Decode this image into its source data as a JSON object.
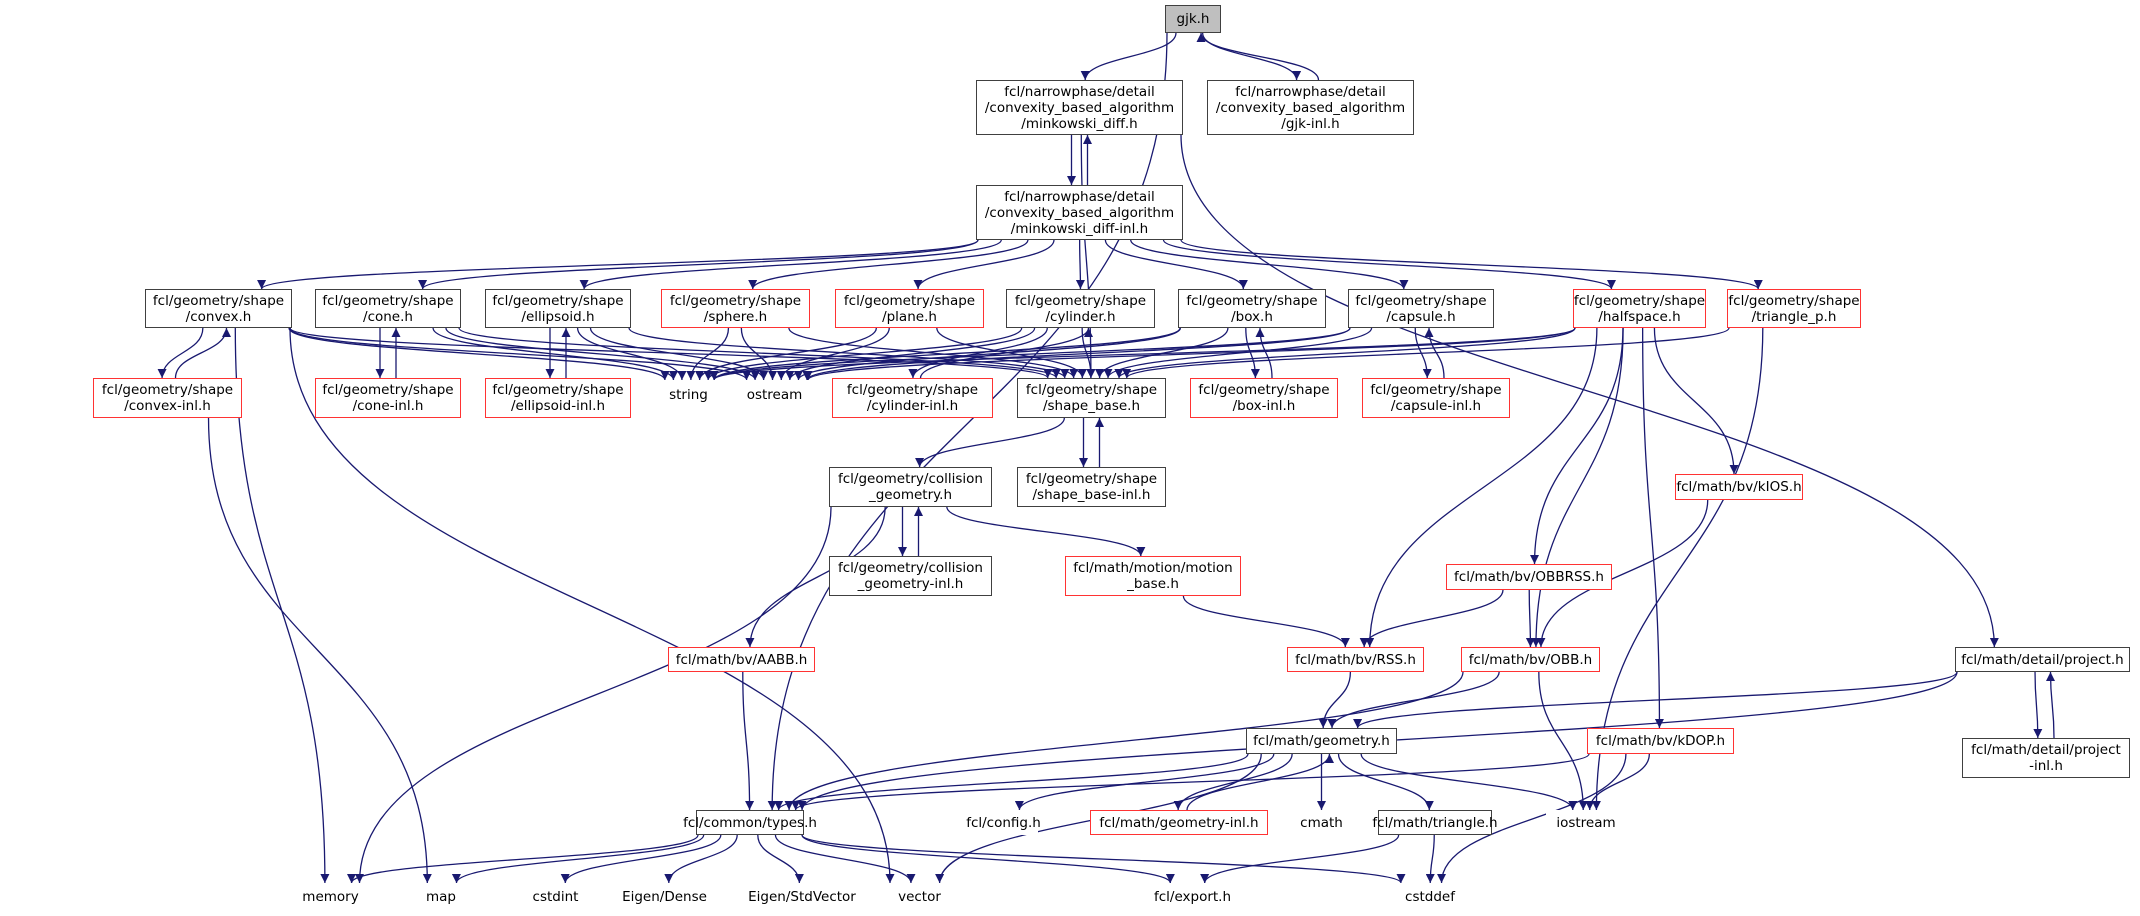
{
  "diagram": {
    "title": "gjk.h",
    "colors": {
      "edge": "#191970",
      "normal_border": "#404040",
      "red_border": "#ff3333",
      "system_border": "#bfbfbf",
      "root_fill": "#bfbfbf"
    },
    "nodes": [
      {
        "id": "gjk",
        "label": "gjk.h",
        "kind": "root"
      },
      {
        "id": "mdiff",
        "label": "fcl/narrowphase/detail\n/convexity_based_algorithm\n/minkowski_diff.h",
        "kind": "normal"
      },
      {
        "id": "gjkinl",
        "label": "fcl/narrowphase/detail\n/convexity_based_algorithm\n/gjk-inl.h",
        "kind": "normal"
      },
      {
        "id": "mdiffinl",
        "label": "fcl/narrowphase/detail\n/convexity_based_algorithm\n/minkowski_diff-inl.h",
        "kind": "normal"
      },
      {
        "id": "convex",
        "label": "fcl/geometry/shape\n/convex.h",
        "kind": "normal"
      },
      {
        "id": "cone",
        "label": "fcl/geometry/shape\n/cone.h",
        "kind": "normal"
      },
      {
        "id": "ellipsoid",
        "label": "fcl/geometry/shape\n/ellipsoid.h",
        "kind": "normal"
      },
      {
        "id": "sphere",
        "label": "fcl/geometry/shape\n/sphere.h",
        "kind": "red"
      },
      {
        "id": "plane",
        "label": "fcl/geometry/shape\n/plane.h",
        "kind": "red"
      },
      {
        "id": "cylinder",
        "label": "fcl/geometry/shape\n/cylinder.h",
        "kind": "normal"
      },
      {
        "id": "box",
        "label": "fcl/geometry/shape\n/box.h",
        "kind": "normal"
      },
      {
        "id": "capsule",
        "label": "fcl/geometry/shape\n/capsule.h",
        "kind": "normal"
      },
      {
        "id": "halfspace",
        "label": "fcl/geometry/shape\n/halfspace.h",
        "kind": "red"
      },
      {
        "id": "trianglep",
        "label": "fcl/geometry/shape\n/triangle_p.h",
        "kind": "red"
      },
      {
        "id": "convexinl",
        "label": "fcl/geometry/shape\n/convex-inl.h",
        "kind": "red"
      },
      {
        "id": "coneinl",
        "label": "fcl/geometry/shape\n/cone-inl.h",
        "kind": "red"
      },
      {
        "id": "ellipsoidinl",
        "label": "fcl/geometry/shape\n/ellipsoid-inl.h",
        "kind": "red"
      },
      {
        "id": "string",
        "label": "string",
        "kind": "system"
      },
      {
        "id": "ostream",
        "label": "ostream",
        "kind": "system"
      },
      {
        "id": "cylinderinl",
        "label": "fcl/geometry/shape\n/cylinder-inl.h",
        "kind": "red"
      },
      {
        "id": "shapebase",
        "label": "fcl/geometry/shape\n/shape_base.h",
        "kind": "normal"
      },
      {
        "id": "boxinl",
        "label": "fcl/geometry/shape\n/box-inl.h",
        "kind": "red"
      },
      {
        "id": "capsuleinl",
        "label": "fcl/geometry/shape\n/capsule-inl.h",
        "kind": "red"
      },
      {
        "id": "collgeom",
        "label": "fcl/geometry/collision\n_geometry.h",
        "kind": "normal"
      },
      {
        "id": "shapebaseinl",
        "label": "fcl/geometry/shape\n/shape_base-inl.h",
        "kind": "normal"
      },
      {
        "id": "kios",
        "label": "fcl/math/bv/kIOS.h",
        "kind": "red"
      },
      {
        "id": "collgeominl",
        "label": "fcl/geometry/collision\n_geometry-inl.h",
        "kind": "normal"
      },
      {
        "id": "motionbase",
        "label": "fcl/math/motion/motion\n_base.h",
        "kind": "red"
      },
      {
        "id": "obbrss",
        "label": "fcl/math/bv/OBBRSS.h",
        "kind": "red"
      },
      {
        "id": "aabb",
        "label": "fcl/math/bv/AABB.h",
        "kind": "red"
      },
      {
        "id": "rss",
        "label": "fcl/math/bv/RSS.h",
        "kind": "red"
      },
      {
        "id": "obb",
        "label": "fcl/math/bv/OBB.h",
        "kind": "red"
      },
      {
        "id": "project",
        "label": "fcl/math/detail/project.h",
        "kind": "normal"
      },
      {
        "id": "geometry",
        "label": "fcl/math/geometry.h",
        "kind": "normal"
      },
      {
        "id": "kdop",
        "label": "fcl/math/bv/kDOP.h",
        "kind": "red"
      },
      {
        "id": "projectinl",
        "label": "fcl/math/detail/project\n-inl.h",
        "kind": "normal"
      },
      {
        "id": "types",
        "label": "fcl/common/types.h",
        "kind": "normal"
      },
      {
        "id": "config",
        "label": "fcl/config.h",
        "kind": "system"
      },
      {
        "id": "geometryinl",
        "label": "fcl/math/geometry-inl.h",
        "kind": "red"
      },
      {
        "id": "cmath",
        "label": "cmath",
        "kind": "system"
      },
      {
        "id": "triangle",
        "label": "fcl/math/triangle.h",
        "kind": "normal"
      },
      {
        "id": "iostream",
        "label": "iostream",
        "kind": "system"
      },
      {
        "id": "memory",
        "label": "memory",
        "kind": "system"
      },
      {
        "id": "map",
        "label": "map",
        "kind": "system"
      },
      {
        "id": "cstdint",
        "label": "cstdint",
        "kind": "system"
      },
      {
        "id": "eigendense",
        "label": "Eigen/Dense",
        "kind": "system"
      },
      {
        "id": "eigenstdvector",
        "label": "Eigen/StdVector",
        "kind": "system"
      },
      {
        "id": "vector",
        "label": "vector",
        "kind": "system"
      },
      {
        "id": "export",
        "label": "fcl/export.h",
        "kind": "system"
      },
      {
        "id": "cstddef",
        "label": "cstddef",
        "kind": "system"
      }
    ],
    "edges": [
      [
        "gjk",
        "mdiff"
      ],
      [
        "gjk",
        "gjkinl"
      ],
      [
        "gjkinl",
        "gjk"
      ],
      [
        "gjk",
        "types"
      ],
      [
        "mdiff",
        "mdiffinl"
      ],
      [
        "mdiffinl",
        "mdiff"
      ],
      [
        "mdiff",
        "shapebase"
      ],
      [
        "mdiff",
        "project"
      ],
      [
        "mdiffinl",
        "convex"
      ],
      [
        "mdiffinl",
        "cone"
      ],
      [
        "mdiffinl",
        "ellipsoid"
      ],
      [
        "mdiffinl",
        "sphere"
      ],
      [
        "mdiffinl",
        "plane"
      ],
      [
        "mdiffinl",
        "cylinder"
      ],
      [
        "mdiffinl",
        "box"
      ],
      [
        "mdiffinl",
        "capsule"
      ],
      [
        "mdiffinl",
        "halfspace"
      ],
      [
        "mdiffinl",
        "trianglep"
      ],
      [
        "convex",
        "convexinl"
      ],
      [
        "convexinl",
        "convex"
      ],
      [
        "convex",
        "string"
      ],
      [
        "convex",
        "ostream"
      ],
      [
        "convex",
        "shapebase"
      ],
      [
        "convex",
        "memory"
      ],
      [
        "convex",
        "vector"
      ],
      [
        "convexinl",
        "map"
      ],
      [
        "cone",
        "coneinl"
      ],
      [
        "coneinl",
        "cone"
      ],
      [
        "cone",
        "string"
      ],
      [
        "cone",
        "ostream"
      ],
      [
        "cone",
        "shapebase"
      ],
      [
        "ellipsoid",
        "ellipsoidinl"
      ],
      [
        "ellipsoidinl",
        "ellipsoid"
      ],
      [
        "ellipsoid",
        "string"
      ],
      [
        "ellipsoid",
        "ostream"
      ],
      [
        "ellipsoid",
        "shapebase"
      ],
      [
        "sphere",
        "string"
      ],
      [
        "sphere",
        "ostream"
      ],
      [
        "sphere",
        "shapebase"
      ],
      [
        "plane",
        "string"
      ],
      [
        "plane",
        "ostream"
      ],
      [
        "plane",
        "shapebase"
      ],
      [
        "cylinder",
        "cylinderinl"
      ],
      [
        "cylinderinl",
        "cylinder"
      ],
      [
        "cylinder",
        "string"
      ],
      [
        "cylinder",
        "ostream"
      ],
      [
        "cylinder",
        "shapebase"
      ],
      [
        "box",
        "boxinl"
      ],
      [
        "boxinl",
        "box"
      ],
      [
        "box",
        "string"
      ],
      [
        "box",
        "ostream"
      ],
      [
        "box",
        "shapebase"
      ],
      [
        "capsule",
        "capsuleinl"
      ],
      [
        "capsuleinl",
        "capsule"
      ],
      [
        "capsule",
        "string"
      ],
      [
        "capsule",
        "ostream"
      ],
      [
        "capsule",
        "shapebase"
      ],
      [
        "halfspace",
        "string"
      ],
      [
        "halfspace",
        "ostream"
      ],
      [
        "halfspace",
        "shapebase"
      ],
      [
        "halfspace",
        "kios"
      ],
      [
        "halfspace",
        "obbrss"
      ],
      [
        "halfspace",
        "rss"
      ],
      [
        "halfspace",
        "obb"
      ],
      [
        "halfspace",
        "kdop"
      ],
      [
        "trianglep",
        "shapebase"
      ],
      [
        "trianglep",
        "iostream"
      ],
      [
        "shapebase",
        "collgeom"
      ],
      [
        "shapebase",
        "shapebaseinl"
      ],
      [
        "shapebaseinl",
        "shapebase"
      ],
      [
        "collgeom",
        "collgeominl"
      ],
      [
        "collgeominl",
        "collgeom"
      ],
      [
        "collgeom",
        "motionbase"
      ],
      [
        "collgeom",
        "aabb"
      ],
      [
        "collgeom",
        "memory"
      ],
      [
        "motionbase",
        "rss"
      ],
      [
        "kios",
        "obb"
      ],
      [
        "obbrss",
        "rss"
      ],
      [
        "obbrss",
        "obb"
      ],
      [
        "aabb",
        "types"
      ],
      [
        "rss",
        "geometry"
      ],
      [
        "obb",
        "geometry"
      ],
      [
        "obb",
        "types"
      ],
      [
        "obb",
        "iostream"
      ],
      [
        "project",
        "projectinl"
      ],
      [
        "projectinl",
        "project"
      ],
      [
        "project",
        "geometry"
      ],
      [
        "project",
        "types"
      ],
      [
        "kdop",
        "types"
      ],
      [
        "kdop",
        "iostream"
      ],
      [
        "kdop",
        "cstddef"
      ],
      [
        "geometry",
        "types"
      ],
      [
        "geometry",
        "config"
      ],
      [
        "geometry",
        "geometryinl"
      ],
      [
        "geometryinl",
        "geometry"
      ],
      [
        "geometry",
        "cmath"
      ],
      [
        "geometry",
        "triangle"
      ],
      [
        "geometry",
        "iostream"
      ],
      [
        "geometry",
        "vector"
      ],
      [
        "triangle",
        "export"
      ],
      [
        "triangle",
        "cstddef"
      ],
      [
        "types",
        "memory"
      ],
      [
        "types",
        "map"
      ],
      [
        "types",
        "cstdint"
      ],
      [
        "types",
        "eigendense"
      ],
      [
        "types",
        "eigenstdvector"
      ],
      [
        "types",
        "vector"
      ],
      [
        "types",
        "export"
      ],
      [
        "types",
        "cstddef"
      ]
    ]
  }
}
